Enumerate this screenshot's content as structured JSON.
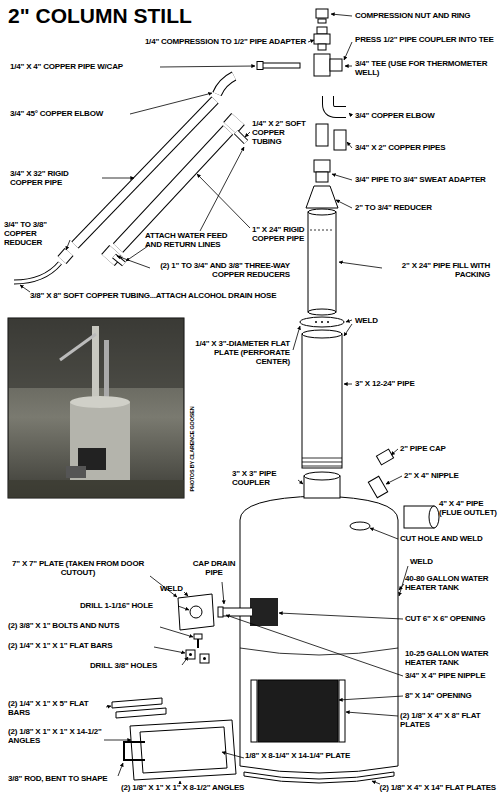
{
  "diagram": {
    "title": "2\" COLUMN STILL",
    "labels": [
      "COMPRESSION NUT AND RING",
      "1/4\" COMPRESSION TO 1/2\" PIPE ADAPTER",
      "PRESS 1/2\" PIPE COUPLER INTO TEE",
      "1/4\" X 4\" COPPER PIPE W/CAP",
      "3/4\" TEE (USE FOR THERMOMETER WELL)",
      "3/4\" 45° COPPER ELBOW",
      "3/4\" COPPER ELBOW",
      "1/4\" X 2\" SOFT COPPER TUBING",
      "3/4\" X 2\" COPPER PIPES",
      "3/4\" X 32\" RIGID COPPER PIPE",
      "3/4\" PIPE TO 3/4\" SWEAT ADAPTER",
      "1\" X 24\" RIGID COPPER PIPE",
      "2\" TO 3/4\" REDUCER",
      "ATTACH WATER FEED AND RETURN LINES",
      "3/4\" TO 3/8\" COPPER REDUCER",
      "(2) 1\" TO 3/4\" AND 3/8\" THREE-WAY COPPER REDUCERS",
      "2\" X 24\" PIPE FILL WITH PACKING",
      "3/8\" X 8\" SOFT COPPER TUBING...ATTACH ALCOHOL DRAIN HOSE",
      "WELD",
      "1/4\" X 3\"-DIAMETER FLAT PLATE (PERFORATE CENTER)",
      "3\" X 12-24\" PIPE",
      "PHOTOS BY CLARENCE GOOSEN",
      "2\" PIPE CAP",
      "2\" X 4\" NIPPLE",
      "3\" X 3\" PIPE COUPLER",
      "4\" X 4\" PIPE (FLUE OUTLET)",
      "CUT HOLE AND WELD",
      "WELD",
      "CAP DRAIN PIPE",
      "40-80 GALLON WATER HEATER TANK",
      "7\" X 7\" PLATE (TAKEN FROM DOOR CUTOUT)",
      "WELD",
      "DRILL 1-1/16\" HOLE",
      "CUT 6\" X 6\" OPENING",
      "(2) 3/8\" X 1\" BOLTS AND NUTS",
      "10-25 GALLON WATER HEATER TANK",
      "(2) 1/4\" X 1\" X 1\" FLAT BARS",
      "DRILL 3/8\" HOLES",
      "3/4\" X 4\" PIPE NIPPLE",
      "8\" X 14\" OPENING",
      "(2) 1/4\" X 1\" X 5\" FLAT BARS",
      "(2) 1/8\" X 4\" X 8\" FLAT PLATES",
      "(2) 1/8\" X 1\" X 1\" X 14-1/2\" ANGLES",
      "1/8\" X 8-1/4\" X 14-1/4\" PLATE",
      "3/8\" ROD, BENT TO SHAPE",
      "(2) 1/8\" X 1\" X 1\" X 8-1/2\" ANGLES",
      "(2) 1/8\" X 4\" X 14\" FLAT PLATES"
    ]
  }
}
